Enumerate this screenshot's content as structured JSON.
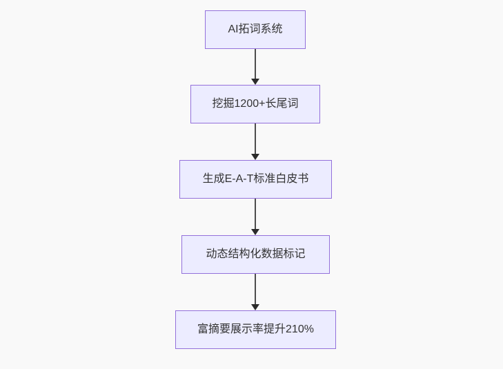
{
  "diagram": {
    "type": "flowchart",
    "direction": "top-down",
    "nodes": [
      {
        "label": "AI拓词系统"
      },
      {
        "label": "挖掘1200+长尾词"
      },
      {
        "label": "生成E-A-T标准白皮书"
      },
      {
        "label": "动态结构化数据标记"
      },
      {
        "label": "富摘要展示率提升210%"
      }
    ],
    "edges": [
      {
        "from": 0,
        "to": 1,
        "style": "arrow-down"
      },
      {
        "from": 1,
        "to": 2,
        "style": "arrow-down"
      },
      {
        "from": 2,
        "to": 3,
        "style": "arrow-down"
      },
      {
        "from": 3,
        "to": 4,
        "style": "arrow-down"
      }
    ],
    "colors": {
      "background": "#f9f9f9",
      "node_fill": "#ececff",
      "node_border": "#9370db",
      "node_text": "#333333",
      "arrow_line": "#4d4d4d",
      "arrow_head": "#2b2b2b"
    }
  }
}
